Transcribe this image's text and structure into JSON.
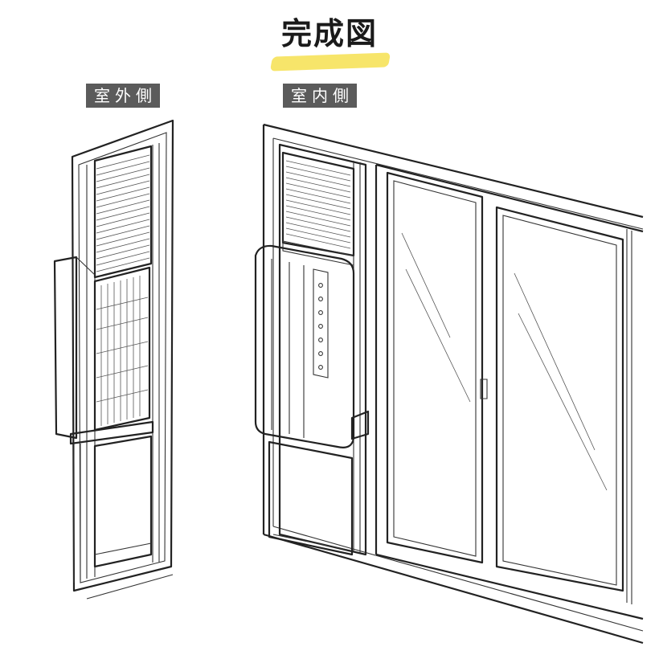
{
  "title": "完成図",
  "labels": {
    "outdoor": "室外側",
    "indoor": "室内側"
  },
  "colors": {
    "highlight": "#f7e56a",
    "label_bg": "#5b5b5b",
    "line": "#222222"
  }
}
